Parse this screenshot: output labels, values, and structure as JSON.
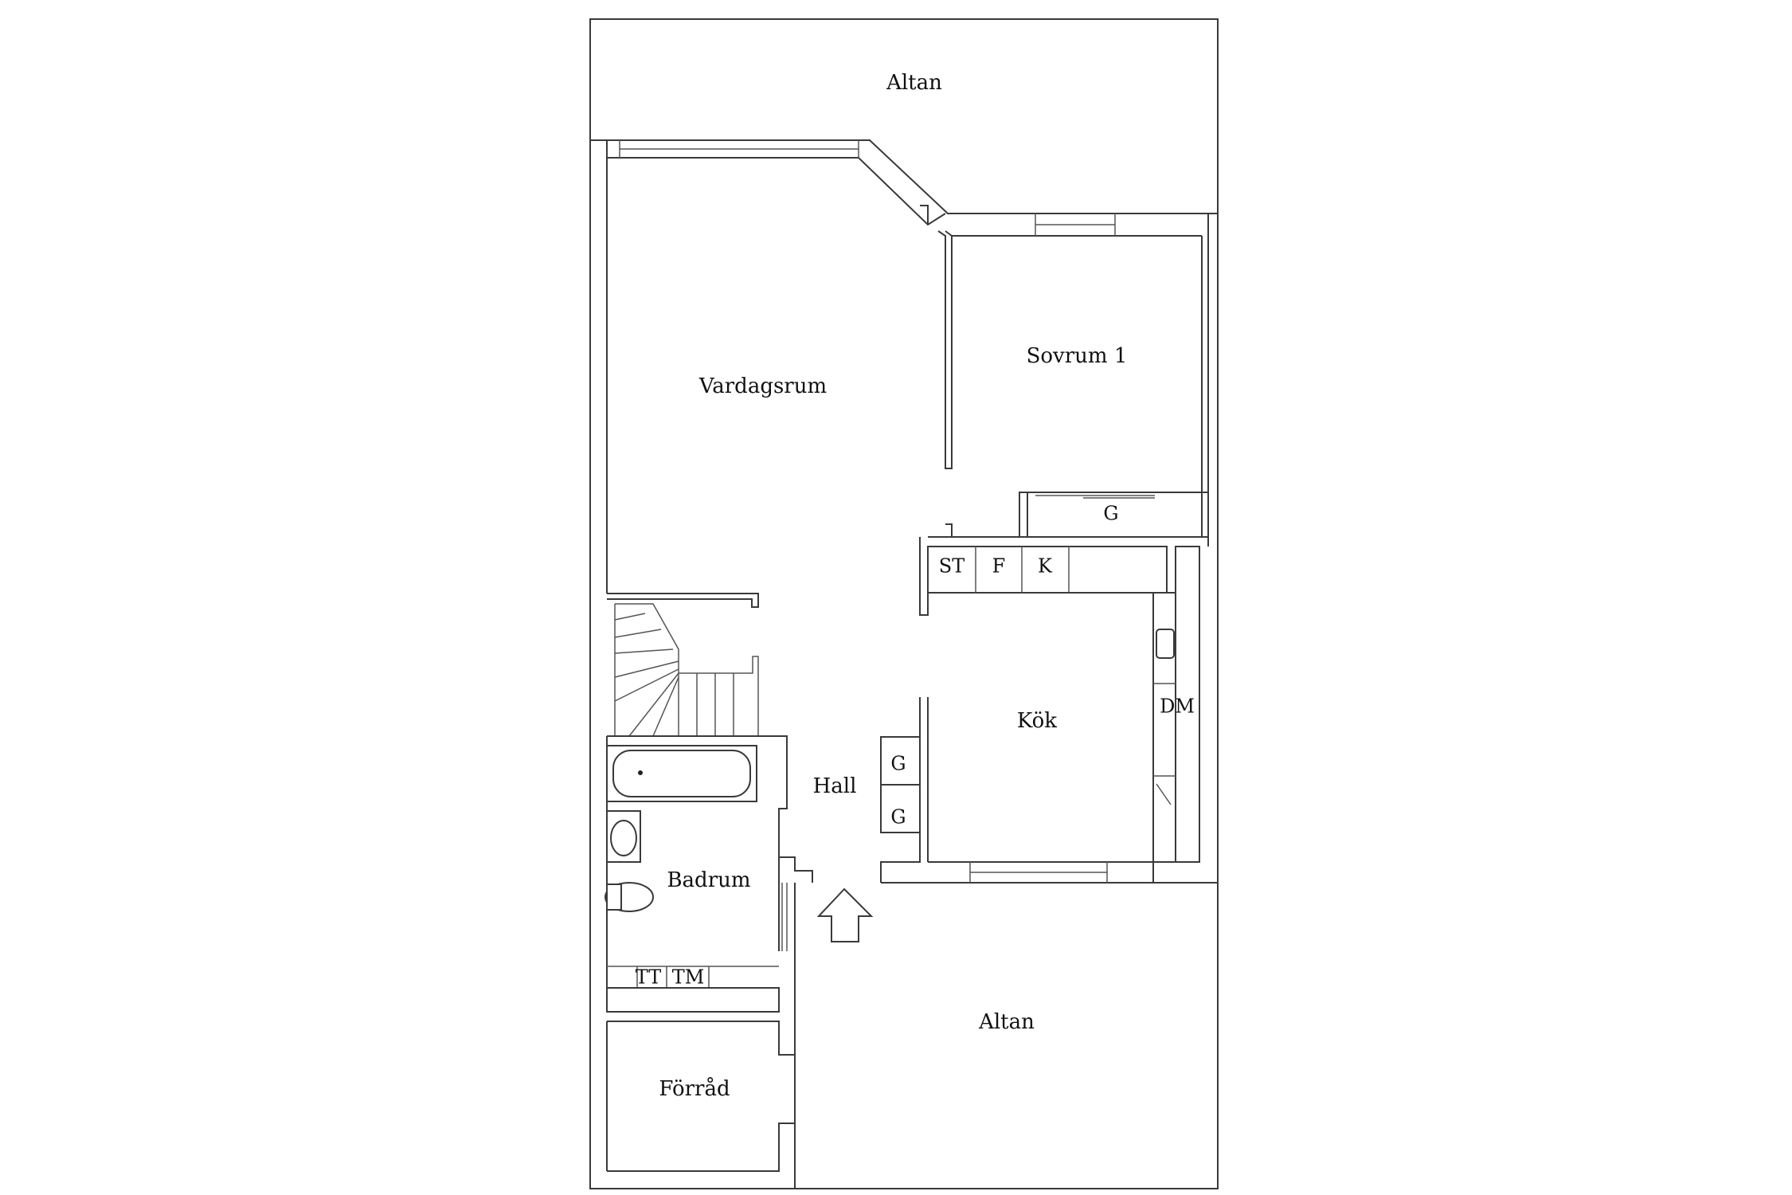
{
  "rooms": {
    "altan_top": "Altan",
    "vardagsrum": "Vardagsrum",
    "sovrum1": "Sovrum 1",
    "kok": "Kök",
    "hall": "Hall",
    "badrum": "Badrum",
    "forrad": "Förråd",
    "altan_bottom": "Altan"
  },
  "fixtures": {
    "g_wardrobe_sovrum": "G",
    "st": "ST",
    "f": "F",
    "k": "K",
    "dm": "DM",
    "g_hall_1": "G",
    "g_hall_2": "G",
    "tt": "TT",
    "tm": "TM"
  },
  "icons": {
    "entrance": "entrance-arrow-icon"
  }
}
